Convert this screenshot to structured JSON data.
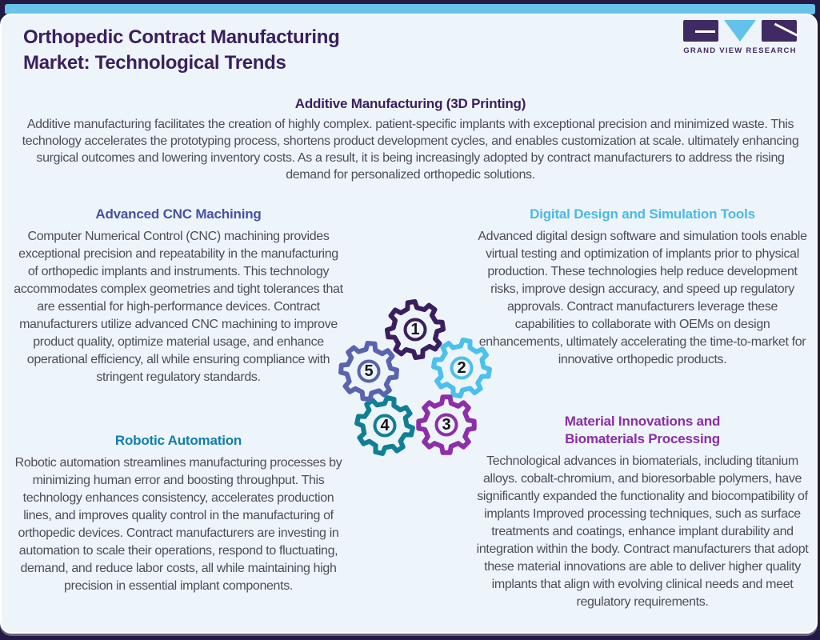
{
  "header": {
    "title_line1": "Orthopedic Contract Manufacturing",
    "title_line2": "Market: Technological Trends",
    "logo_text": "GRAND VIEW RESEARCH"
  },
  "sections": {
    "additive": {
      "heading": "Additive Manufacturing (3D Printing)",
      "body": "Additive manufacturing facilitates the creation of highly complex. patient-specific implants with exceptional precision and minimized waste. This technology accelerates the prototyping process, shortens product development cycles, and enables customization at scale. ultimately enhancing surgical outcomes and lowering inventory costs. As a result, it is being increasingly adopted by contract manufacturers to address the rising demand for personalized orthopedic solutions.",
      "color": "#3a1f5e"
    },
    "cnc": {
      "heading": "Advanced CNC Machining",
      "body": "Computer Numerical Control (CNC) machining provides exceptional precision and repeatability in the manufacturing of orthopedic implants and instruments. This technology accommodates complex geometries and tight tolerances that are essential for high-performance devices. Contract manufacturers utilize advanced CNC machining to improve product quality, optimize material usage, and enhance operational efficiency, all while ensuring compliance with stringent regulatory standards.",
      "color": "#4552a3"
    },
    "digital": {
      "heading": "Digital Design and Simulation Tools",
      "body": "Advanced digital design software and simulation tools enable virtual testing and optimization of implants prior to physical production. These technologies help reduce development risks, improve design accuracy, and speed up regulatory approvals. Contract manufacturers leverage these capabilities to collaborate with OEMs on design enhancements, ultimately accelerating the time-to-market for innovative orthopedic products.",
      "color": "#49b9e9"
    },
    "robotic": {
      "heading": "Robotic Automation",
      "body": "Robotic automation streamlines manufacturing processes by minimizing human error and boosting throughput. This technology enhances consistency, accelerates production lines, and improves quality control in the manufacturing of orthopedic devices. Contract manufacturers are investing in automation to scale their operations, respond to fluctuating, demand, and reduce labor costs, all while maintaining high precision in essential implant components.",
      "color": "#0f7fa8"
    },
    "material": {
      "heading_line1": "Material Innovations and",
      "heading_line2": "Biomaterials Processing",
      "body": "Technological advances in biomaterials, including titanium alloys. cobalt-chromium, and bioresorbable polymers, have significantly expanded the functionality and biocompatibility of implants Improved processing techniques, such as surface treatments and coatings, enhance implant durability and integration within the body. Contract manufacturers that adopt these material innovations are able to deliver higher quality implants that align with evolving clinical needs and meet regulatory requirements.",
      "color": "#8a2ea6"
    }
  },
  "gears": [
    {
      "number": "1",
      "color": "#3a1f5e"
    },
    {
      "number": "2",
      "color": "#4cc0ed"
    },
    {
      "number": "3",
      "color": "#8c2fa8"
    },
    {
      "number": "4",
      "color": "#107f95"
    },
    {
      "number": "5",
      "color": "#5a63ae"
    }
  ],
  "colors": {
    "page_background": "#241a47",
    "card_background": "#eef5fa",
    "top_bar": "#67c3e9",
    "title": "#3a1f5e",
    "body_text": "#4e4c59",
    "logo_block": "#3f2a63",
    "logo_triangle": "#62c2ea",
    "gear_number": "#151518"
  }
}
